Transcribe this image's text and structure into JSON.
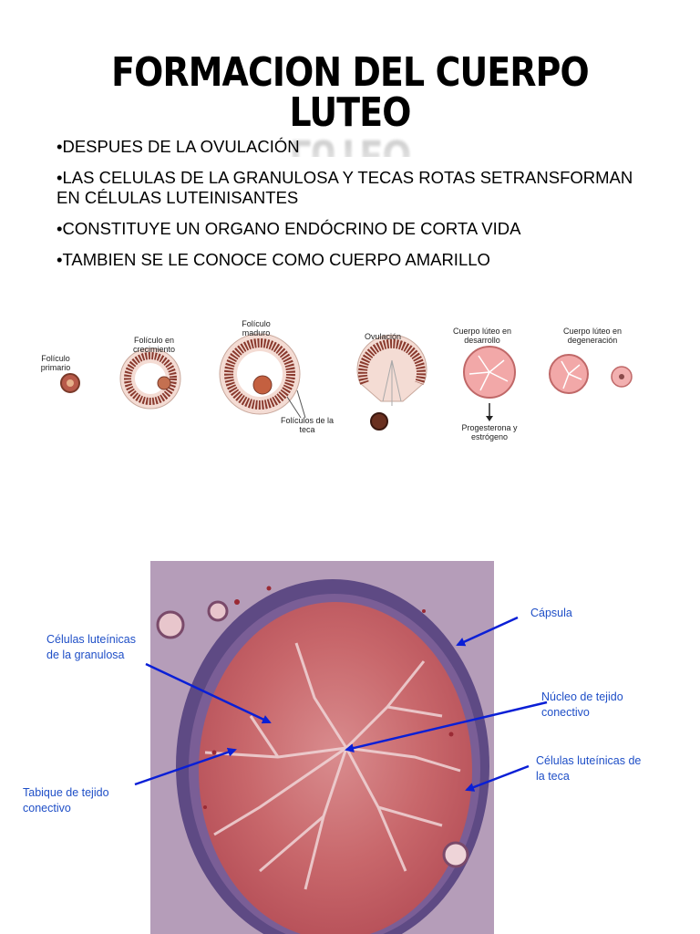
{
  "title": "FORMACION DEL CUERPO LUTEO",
  "bullets": [
    "•DESPUES DE LA OVULACIÓN",
    "•LAS CELULAS DE LA GRANULOSA Y TECAS ROTAS SETRANSFORMAN EN CÉLULAS LUTEINISANTES",
    "•CONSTITUYE UN ORGANO ENDÓCRINO DE CORTA VIDA",
    "•TAMBIEN SE LE CONOCE COMO CUERPO AMARILLO"
  ],
  "stages": {
    "primario": "Folículo primario",
    "crecimiento": "Folículo en crecimiento",
    "maduro": "Folículo maduro",
    "ovulacion": "Ovulación",
    "desarrollo": "Cuerpo lúteo en desarrollo",
    "degeneracion": "Cuerpo lúteo en degeneración",
    "foliculos_teca": "Folículos de la teca",
    "hormonas": "Progesterona y estrógeno"
  },
  "labels": {
    "capsula": "Cápsula",
    "granulosa": "Células luteínicas de la granulosa",
    "nucleo": "Núcleo de tejido conectivo",
    "teca": "Células luteínicas de la teca",
    "tabique": "Tabique de tejido conectivo"
  },
  "colors": {
    "label_blue": "#1f4fc7",
    "arrow_blue": "#0a1fd6",
    "tissue_pink": "#c86a6e",
    "capsule_purple": "#6e4f8a"
  }
}
